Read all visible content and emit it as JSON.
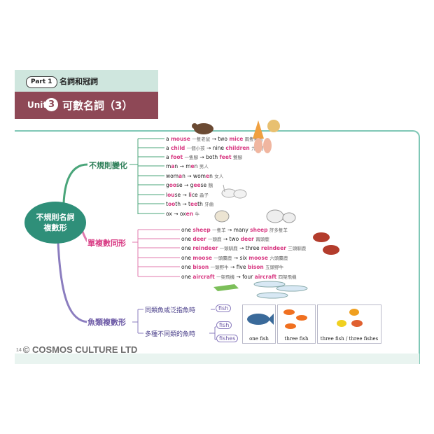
{
  "header": {
    "part_label": "Part 1",
    "part_title": "名詞和冠詞",
    "unit_word": "Unit",
    "unit_number": "3",
    "unit_title": "可數名詞（3）"
  },
  "mindmap": {
    "root": [
      "不規則名詞",
      "複數形"
    ],
    "branch_irregular": "不規則變化",
    "branch_same": "單複數同形",
    "branch_fish": "魚類複數形",
    "irregular_items": [
      {
        "pre": "a ",
        "sing": "mouse",
        "zh1": "一隻老鼠",
        "arrow": "→",
        "num": " two ",
        "plur": "mice",
        "zh2": "兩隻老鼠"
      },
      {
        "pre": "a ",
        "sing": "child",
        "zh1": "一個小孩",
        "arrow": "→",
        "num": " nine ",
        "plur": "children",
        "zh2": "九個小孩"
      },
      {
        "pre": "a ",
        "sing": "foot",
        "zh1": "一隻腳",
        "arrow": "→",
        "num": " both ",
        "plur": "feet",
        "zh2": "雙腳"
      },
      {
        "pre": "m",
        "sing": "a",
        "post1": "n",
        "zh1": "",
        "arrow": "→",
        "num": " m",
        "plur": "e",
        "post2": "n",
        "zh2": "男人"
      },
      {
        "pre": "wom",
        "sing": "a",
        "post1": "n",
        "zh1": "",
        "arrow": "→",
        "num": " wom",
        "plur": "e",
        "post2": "n",
        "zh2": "女人"
      },
      {
        "pre": "g",
        "sing": "oo",
        "post1": "se",
        "zh1": "",
        "arrow": "→",
        "num": " g",
        "plur": "ee",
        "post2": "se",
        "zh2": "鵝"
      },
      {
        "pre": "l",
        "sing": "ou",
        "post1": "se",
        "zh1": "",
        "arrow": "→",
        "num": " l",
        "plur": "i",
        "post2": "ce",
        "zh2": "蝨子"
      },
      {
        "pre": "t",
        "sing": "oo",
        "post1": "th",
        "zh1": "",
        "arrow": "→",
        "num": " t",
        "plur": "ee",
        "post2": "th",
        "zh2": "牙齒"
      },
      {
        "pre": "ox",
        "sing": "",
        "post1": "",
        "zh1": "",
        "arrow": "→",
        "num": " ox",
        "plur": "en",
        "post2": "",
        "zh2": "牛"
      }
    ],
    "same_items": [
      {
        "pre": "one ",
        "sing": "sheep",
        "zh1": "一隻羊",
        "arrow": "→",
        "num": " many ",
        "plur": "sheep",
        "zh2": "許多隻羊"
      },
      {
        "pre": "one ",
        "sing": "deer",
        "zh1": "一頭鹿",
        "arrow": "→",
        "num": " two ",
        "plur": "deer",
        "zh2": "兩頭鹿"
      },
      {
        "pre": "one ",
        "sing": "reindeer",
        "zh1": "一頭馴鹿",
        "arrow": "→",
        "num": " three ",
        "plur": "reindeer",
        "zh2": "三頭馴鹿"
      },
      {
        "pre": "one ",
        "sing": "moose",
        "zh1": "一頭麋鹿",
        "arrow": "→",
        "num": " six ",
        "plur": "moose",
        "zh2": "六頭麋鹿"
      },
      {
        "pre": "one ",
        "sing": "bison",
        "zh1": "一頭野牛",
        "arrow": "→",
        "num": " five ",
        "plur": "bison",
        "zh2": "五頭野牛"
      },
      {
        "pre": "one ",
        "sing": "aircraft",
        "zh1": "一架飛機",
        "arrow": "→",
        "num": " four ",
        "plur": "aircraft",
        "zh2": "四架飛機"
      }
    ],
    "fish_sub1": "同類魚或泛指魚時",
    "fish_sub1_tag": "fish",
    "fish_sub2": "多種不同類的魚時",
    "fish_sub2_tag1": "fish",
    "fish_sub2_tag2": "fishes",
    "fish_captions": [
      "one fish",
      "three fish",
      "three fish / three fishes"
    ]
  },
  "footer": {
    "page_number": "14",
    "text": "© COSMOS CULTURE LTD"
  },
  "colors": {
    "green": "#2f8f79",
    "pink": "#d83a83",
    "purple": "#6d5aa6",
    "maroon": "#8e4856",
    "mint": "#cfe6de"
  }
}
